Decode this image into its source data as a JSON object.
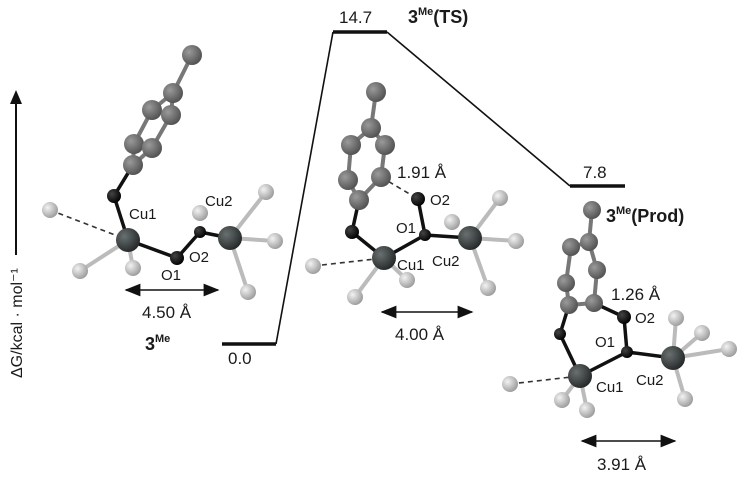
{
  "figure": {
    "axis": {
      "label": "ΔG/kcal · mol⁻¹",
      "direction": "up"
    },
    "states": [
      {
        "id": "reactant",
        "name_base": "3",
        "name_sup": "Me",
        "name_suffix": "",
        "energy": "0.0",
        "atoms": {
          "cu1": "Cu1",
          "cu2": "Cu2",
          "o1": "O1",
          "o2": "O2"
        },
        "distance": "4.50 Å"
      },
      {
        "id": "transition-state",
        "name_base": "3",
        "name_sup": "Me",
        "name_suffix": "(TS)",
        "energy": "14.7",
        "atoms": {
          "cu1": "Cu1",
          "cu2": "Cu2",
          "o1": "O1",
          "o2": "O2"
        },
        "bond_distance": "1.91 Å",
        "distance": "4.00 Å"
      },
      {
        "id": "product",
        "name_base": "3",
        "name_sup": "Me",
        "name_suffix": "(Prod)",
        "energy": "7.8",
        "atoms": {
          "cu1": "Cu1",
          "cu2": "Cu2",
          "o1": "O1",
          "o2": "O2"
        },
        "bond_distance": "1.26 Å",
        "distance": "3.91 Å"
      }
    ],
    "colors": {
      "line": "#111111",
      "carbon": "#6e6e6e",
      "copper": "#3a3f3f",
      "oxygen": "#0a0a0a",
      "hydrogen": "#c8c8c8"
    }
  }
}
